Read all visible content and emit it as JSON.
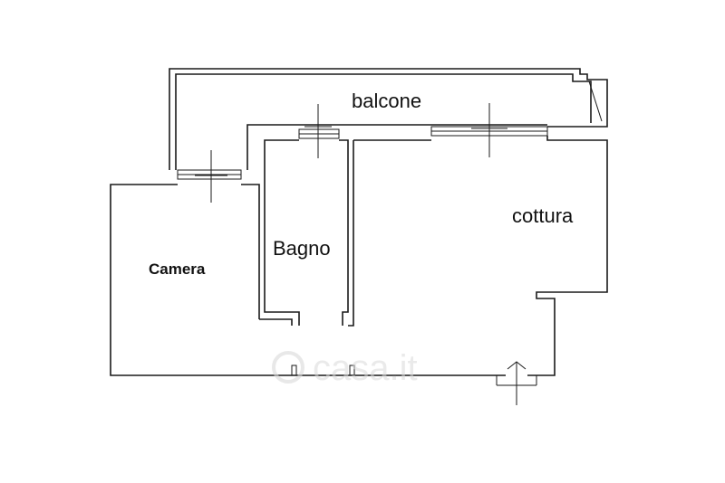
{
  "rooms": {
    "balcone": "balcone",
    "bagno": "Bagno",
    "cottura": "cottura",
    "camera": "Camera"
  },
  "watermark": "casa.it"
}
